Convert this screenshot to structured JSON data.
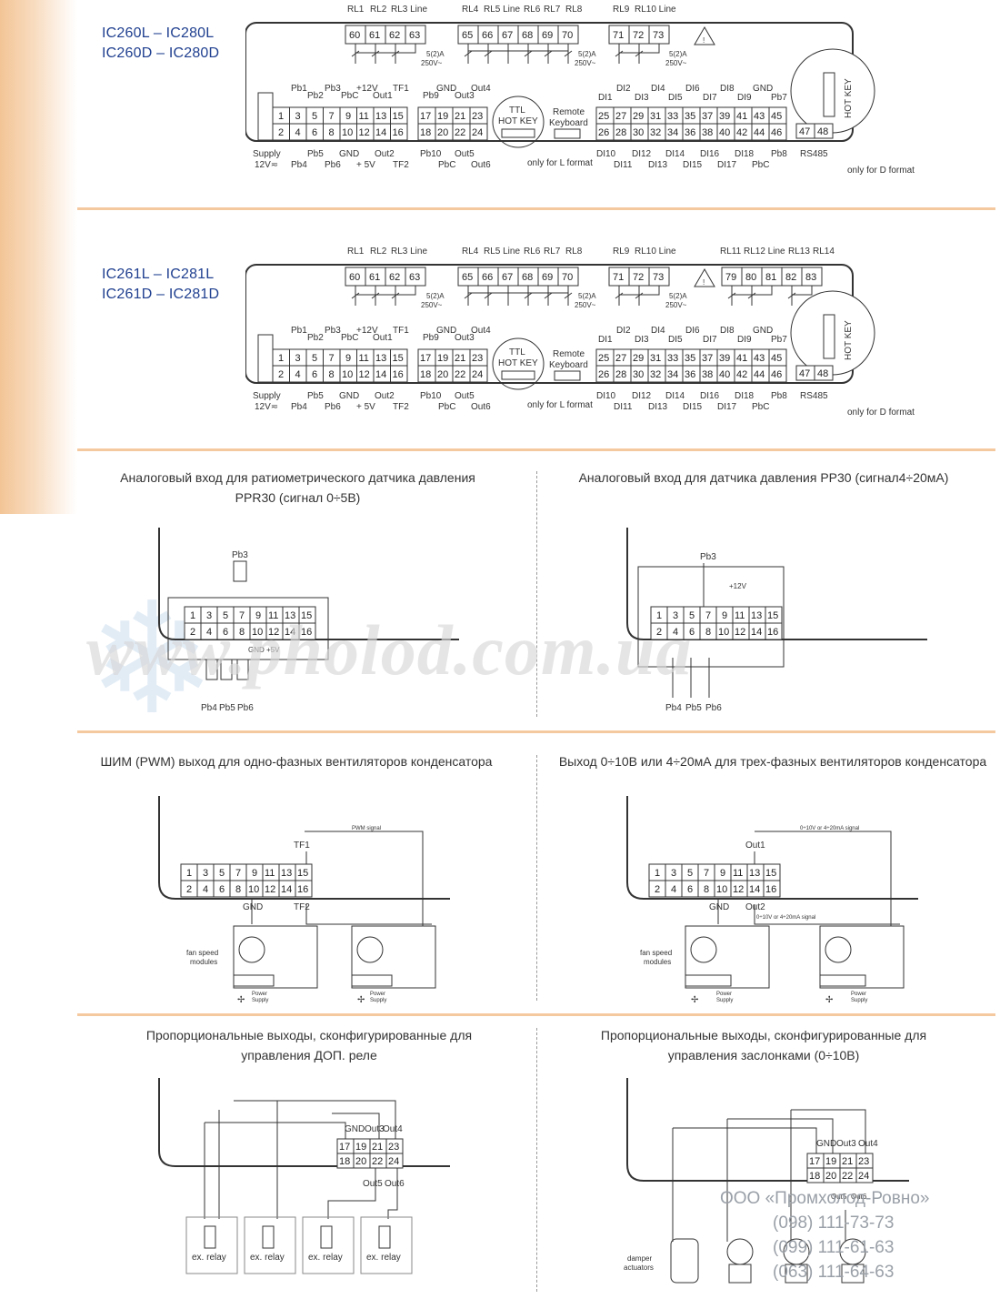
{
  "colors": {
    "model_text": "#1f3f8f",
    "divider": "#f5c9a0",
    "watermark": "#d8d8d8"
  },
  "section1": {
    "model_lines": [
      "IC260L – IC280L",
      "IC260D – IC280D"
    ],
    "relays": {
      "rl1": "RL1",
      "rl2": "RL2",
      "rl3line": "RL3 Line",
      "rl4": "RL4",
      "rl5line": "RL5 Line",
      "rl6": "RL6",
      "rl7": "RL7",
      "rl8": "RL8",
      "rl9": "RL9",
      "rl10line": "RL10 Line"
    },
    "relay_terminals_a": [
      "60",
      "61",
      "62",
      "63"
    ],
    "relay_terminals_b": [
      "65",
      "66",
      "67",
      "68",
      "69",
      "70"
    ],
    "relay_terminals_c": [
      "71",
      "72",
      "73"
    ],
    "rating": "5(2)A",
    "voltage": "250V~",
    "top_labels": {
      "pb1": "Pb1",
      "pb2": "Pb2",
      "pb3": "Pb3",
      "pbc": "PbC",
      "p12v": "+12V",
      "out1": "Out1",
      "tf1": "TF1",
      "pb9": "Pb9",
      "gnd": "GND",
      "out3": "Out3",
      "out4": "Out4",
      "di1": "DI1",
      "di2": "DI2",
      "di3": "DI3",
      "di4": "DI4",
      "di5": "DI5",
      "di6": "DI6",
      "di7": "DI7",
      "di8": "DI8",
      "di9": "DI9",
      "gnd2": "GND",
      "pb7": "Pb7"
    },
    "row_top": [
      "1",
      "3",
      "5",
      "7",
      "9",
      "11",
      "13",
      "15",
      "17",
      "19",
      "21",
      "23"
    ],
    "row_bot": [
      "2",
      "4",
      "6",
      "8",
      "10",
      "12",
      "14",
      "16",
      "18",
      "20",
      "22",
      "24"
    ],
    "di_top": [
      "25",
      "27",
      "29",
      "31",
      "33",
      "35",
      "37",
      "39",
      "41",
      "43",
      "45"
    ],
    "di_bot": [
      "26",
      "28",
      "30",
      "32",
      "34",
      "36",
      "38",
      "40",
      "42",
      "44",
      "46"
    ],
    "rs_terms": [
      "47",
      "48"
    ],
    "ttl": "TTL",
    "hotkey": "HOT KEY",
    "remote1": "Remote",
    "remote2": "Keyboard",
    "only_l": "only for L format",
    "only_d": "only for D format",
    "rs485": "RS485",
    "bottom_labels": {
      "supply": "Supply",
      "supply_v": "12V≂",
      "pb4": "Pb4",
      "pb5": "Pb5",
      "pb6": "Pb6",
      "gnd": "GND",
      "p5v": "+ 5V",
      "out2": "Out2",
      "tf2": "TF2",
      "pb10": "Pb10",
      "pbc": "PbC",
      "out5": "Out5",
      "out6": "Out6",
      "di10": "DI10",
      "di11": "DI11",
      "di12": "DI12",
      "di13": "DI13",
      "di14": "DI14",
      "di15": "DI15",
      "di16": "DI16",
      "di17": "DI17",
      "di18": "DI18",
      "pbc2": "PbC",
      "pb8": "Pb8"
    }
  },
  "section2": {
    "model_lines": [
      "IC261L – IC281L",
      "IC261D – IC281D"
    ],
    "relays_extra": {
      "rl11": "RL11",
      "rl12line": "RL12 Line",
      "rl13": "RL13",
      "rl14": "RL14"
    },
    "relay_terminals_d": [
      "79",
      "80",
      "81",
      "82",
      "83"
    ]
  },
  "section3": {
    "left_caption": [
      "Аналоговый вход для ратиометрического датчика давления",
      "PPR30 (сигнал 0÷5В)"
    ],
    "right_caption": [
      "Аналоговый вход для  датчика давления PP30 (сигнал4÷20мА)"
    ],
    "pb3": "Pb3",
    "pb4": "Pb4",
    "pb5": "Pb5",
    "pb6": "Pb6",
    "gnd5v": "GND +5V",
    "p12v": "+12V"
  },
  "section4": {
    "left_caption": [
      "ШИМ (PWM) выход для одно-фазных вентиляторов конденсатора"
    ],
    "right_caption": [
      "Выход 0÷10В или 4÷20мА для трех-фазных вентиляторов конденсатора"
    ],
    "pwm_signal": "PWM signal",
    "tf1": "TF1",
    "tf2": "TF2",
    "gnd": "GND",
    "out1": "Out1",
    "out2": "Out2",
    "analog_signal": "0÷10V or 4÷20mA signal",
    "fan_modules": [
      "fan speed",
      "modules"
    ],
    "power_supply": [
      "Power",
      "Supply"
    ]
  },
  "section5": {
    "left_caption": [
      "Пропорциональные выходы, сконфигурированные для",
      "управления ДОП. реле"
    ],
    "right_caption": [
      "Пропорциональные выходы, сконфигурированные для",
      "управления заслонками (0÷10В)"
    ],
    "gnd": "GND",
    "out3": "Out3",
    "out4": "Out4",
    "out5": "Out5",
    "out6": "Out6",
    "ex_relay": "ex. relay",
    "damper": [
      "damper",
      "actuators"
    ],
    "terms_top": [
      "17",
      "19",
      "21",
      "23"
    ],
    "terms_bot": [
      "18",
      "20",
      "22",
      "24"
    ]
  },
  "watermark": "www.pholod.com.ua",
  "company": {
    "name": "ООО «Промхолод-Ровно»",
    "phones": [
      "(098) 111-73-73",
      "(099) 111-61-63",
      "(063) 111-64-63"
    ]
  }
}
